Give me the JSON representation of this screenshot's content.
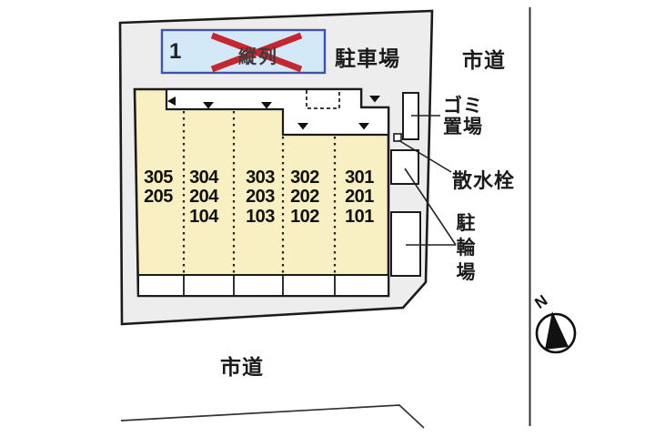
{
  "colors": {
    "property_fill": "#ededed",
    "building_fill": "#f8f0c3",
    "stall_fill": "#d3e9f7",
    "stall_border": "#4053a8",
    "cross_red": "#c5262f",
    "line": "#1b1b1b"
  },
  "parking": {
    "stall_number": "1",
    "crossed_label": "縦列",
    "area_label": "駐車場"
  },
  "roads": {
    "right": "市道",
    "bottom": "市道"
  },
  "labels": {
    "garbage_line1": "ゴミ",
    "garbage_line2": "置場",
    "sprinkler": "散水栓",
    "bicycle": [
      "駐",
      "輪",
      "場"
    ],
    "north": "N"
  },
  "units": {
    "floor3": [
      "305",
      "304",
      "303",
      "302",
      "301"
    ],
    "floor2": [
      "205",
      "204",
      "203",
      "202",
      "201"
    ],
    "floor1": [
      "104",
      "103",
      "102",
      "101"
    ]
  }
}
